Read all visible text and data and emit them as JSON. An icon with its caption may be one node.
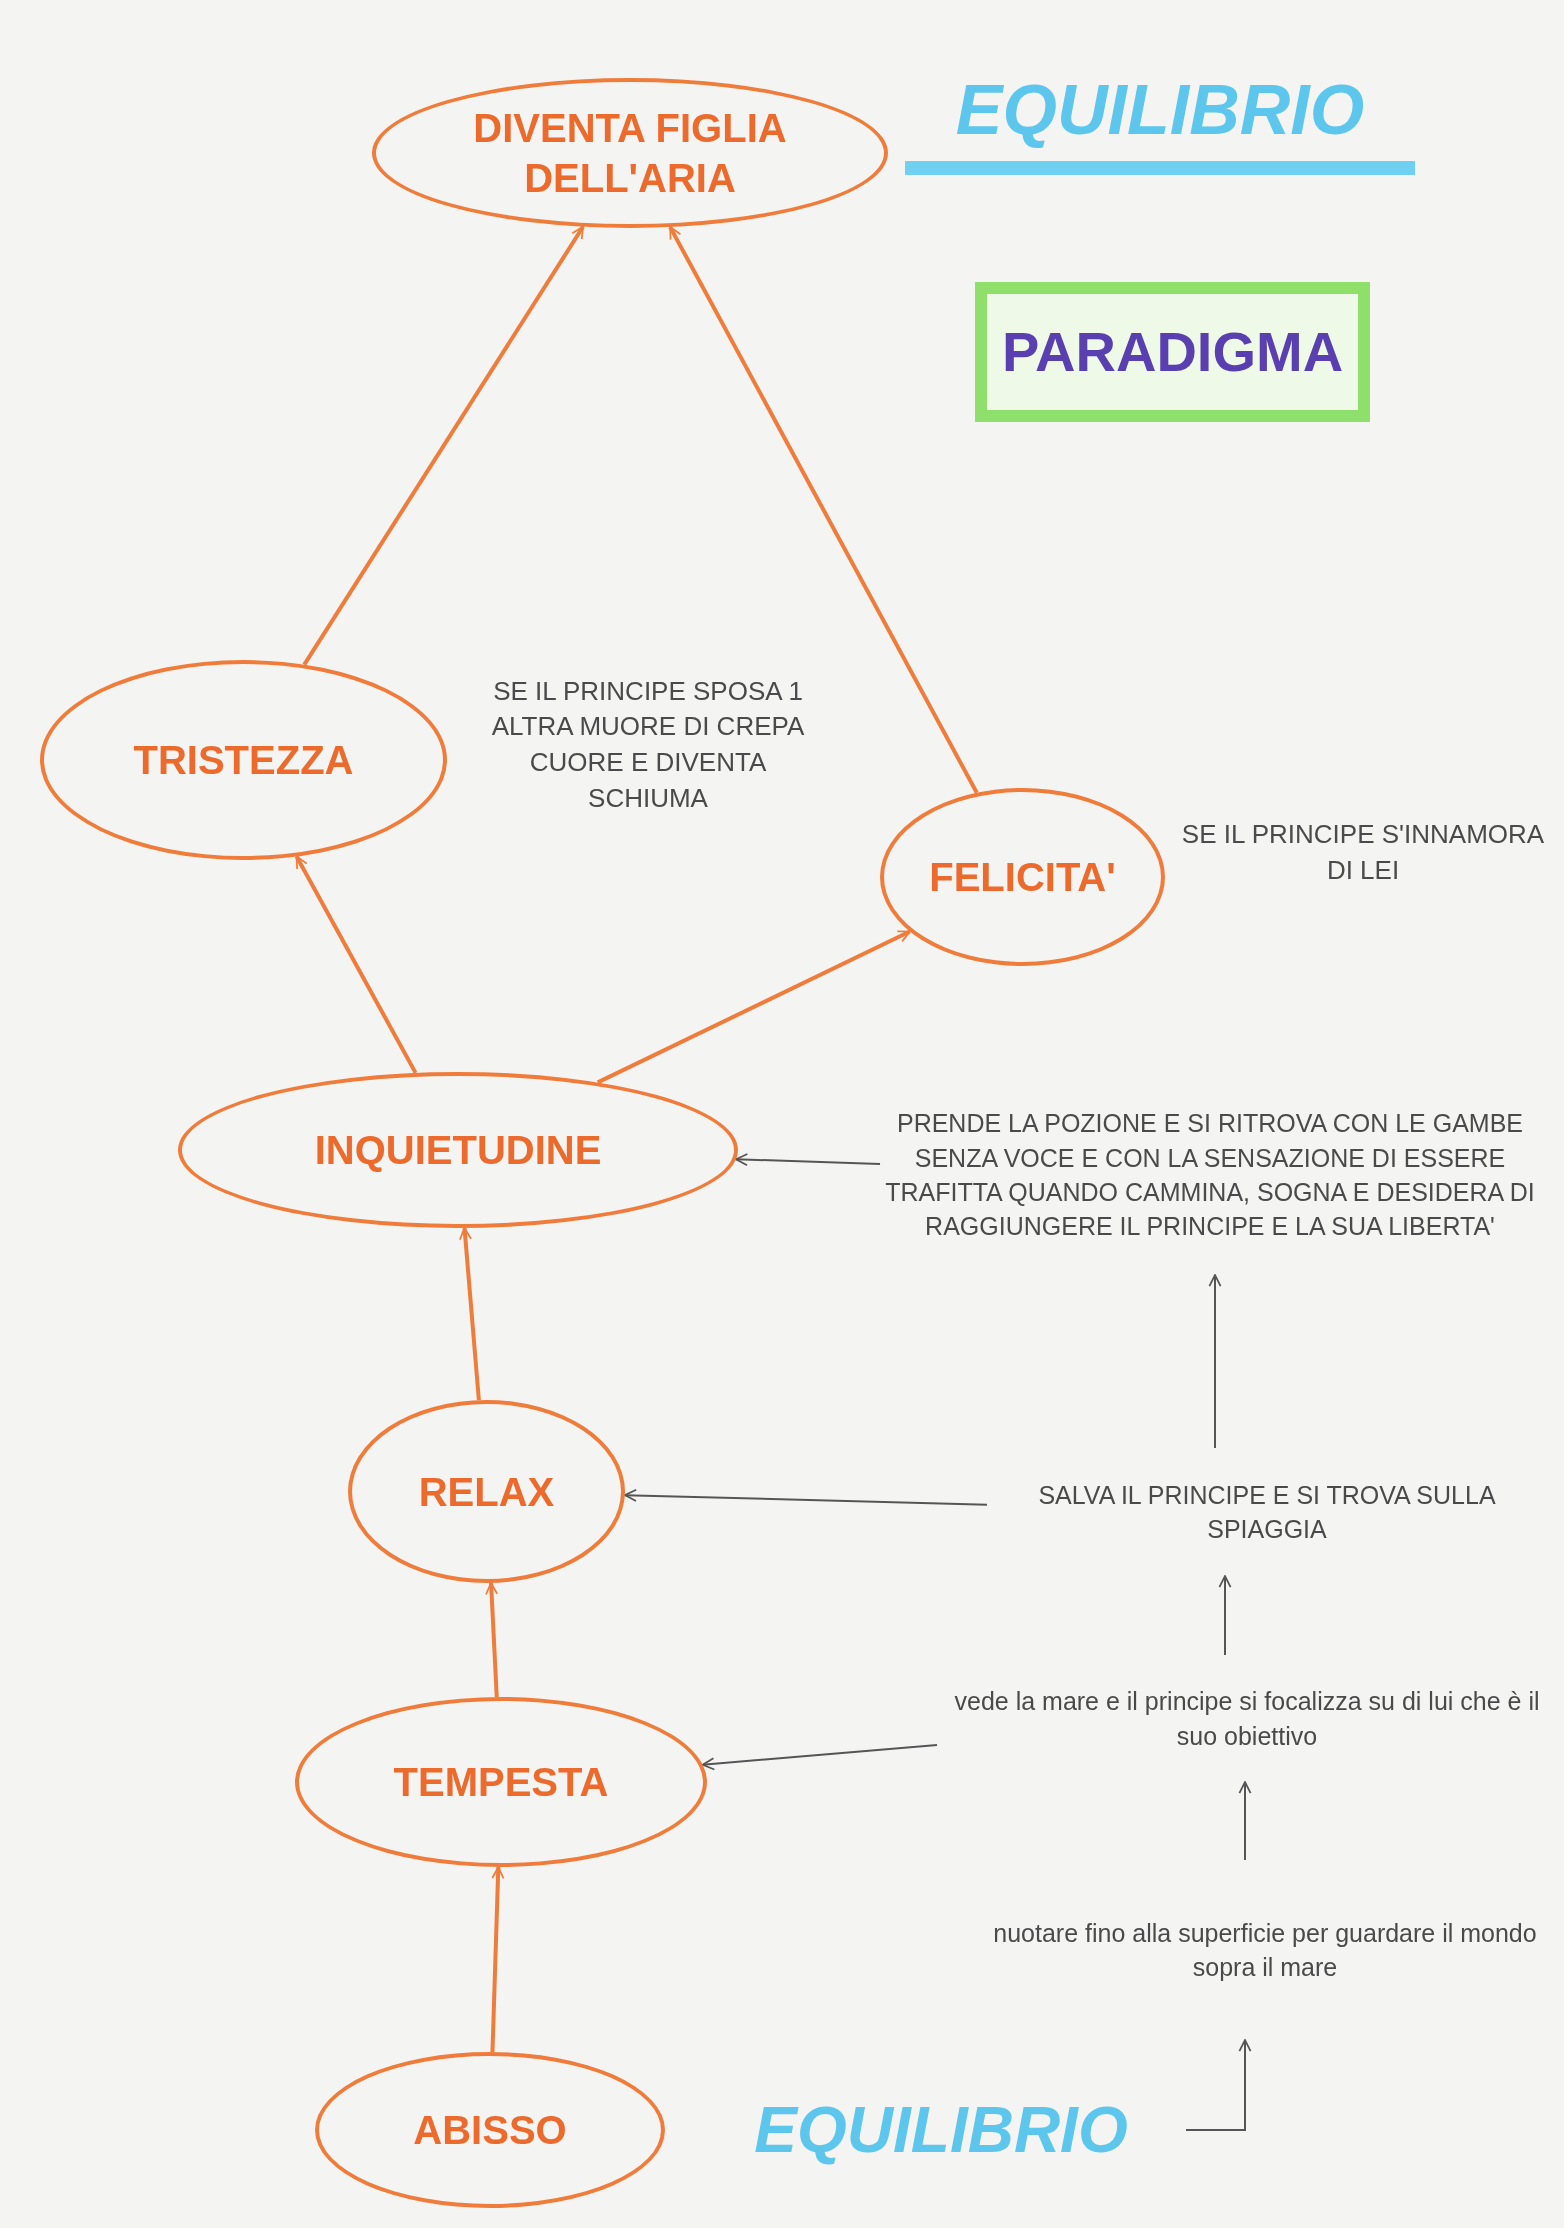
{
  "diagram": {
    "nodes": [
      {
        "text": [
          "DIVENTA FIGLIA DELL'ARIA"
        ]
      },
      {
        "text": [
          "TRISTEZZA"
        ],
        "beside": [
          "SE IL PRINCIPE SPOSA 1 ALTRA MUORE DI CREPA CUORE E DIVENTA SCHIUMA"
        ]
      },
      {
        "text": [
          "FELICITA'"
        ],
        "beside": [
          "SE IL PRINCIPE S'INNAMORA DI LEI"
        ]
      },
      {
        "text": [
          "INQUIETUDINE"
        ]
      },
      {
        "text": [
          "RELAX"
        ]
      },
      {
        "text": [
          "TEMPESTA"
        ]
      },
      {
        "text": [
          "ABISSO"
        ]
      },
      {
        "text": [
          "EQUILIBRIO"
        ]
      },
      {
        "text": [
          "PRENDE LA POZIONE E SI RITROVA CON LE GAMBE SENZA VOCE E CON LA SENSAZIONE DI ESSERE TRAFITTA QUANDO CAMMINA, SOGNA E DESIDERA DI RAGGIUNGERE IL PRINCIPE E LA SUA LIBERTA'"
        ]
      },
      {
        "text": [
          "SALVA IL PRINCIPE E SI TROVA SULLA SPIAGGIA"
        ]
      },
      {
        "text": [
          "vede la mare e il principe si focalizza su di lui che è il suo obiettivo"
        ]
      },
      {
        "text": [
          "nuotare fino alla superficie per guardare il mondo sopra il mare"
        ]
      }
    ],
    "edges": [
      {
        "from": 1,
        "to": 0,
        "arrow": "to"
      },
      {
        "from": 2,
        "to": 0,
        "arrow": "to"
      },
      {
        "from": 3,
        "to": 1,
        "arrow": "to"
      },
      {
        "from": 3,
        "to": 2,
        "arrow": "to"
      },
      {
        "from": 4,
        "to": 3,
        "arrow": "to"
      },
      {
        "from": 5,
        "to": 4,
        "arrow": "to"
      },
      {
        "from": 6,
        "to": 5,
        "arrow": "to"
      },
      {
        "from": 8,
        "to": 3,
        "arrow": "to",
        "color": "#555555"
      },
      {
        "from": 9,
        "to": 4,
        "arrow": "to",
        "color": "#555555"
      },
      {
        "from": 9,
        "to": 8,
        "arrow": "to",
        "color": "#555555"
      },
      {
        "from": 10,
        "to": 5,
        "arrow": "to",
        "color": "#555555"
      },
      {
        "from": 10,
        "to": 9,
        "arrow": "to",
        "color": "#555555"
      },
      {
        "from": 11,
        "to": 10,
        "arrow": "to",
        "color": "#555555"
      },
      {
        "from": 7,
        "to": 11,
        "arrow": "to",
        "color": "#555555"
      }
    ],
    "labels": [
      "EQUILIBRIO",
      "PARADIGMA"
    ]
  }
}
